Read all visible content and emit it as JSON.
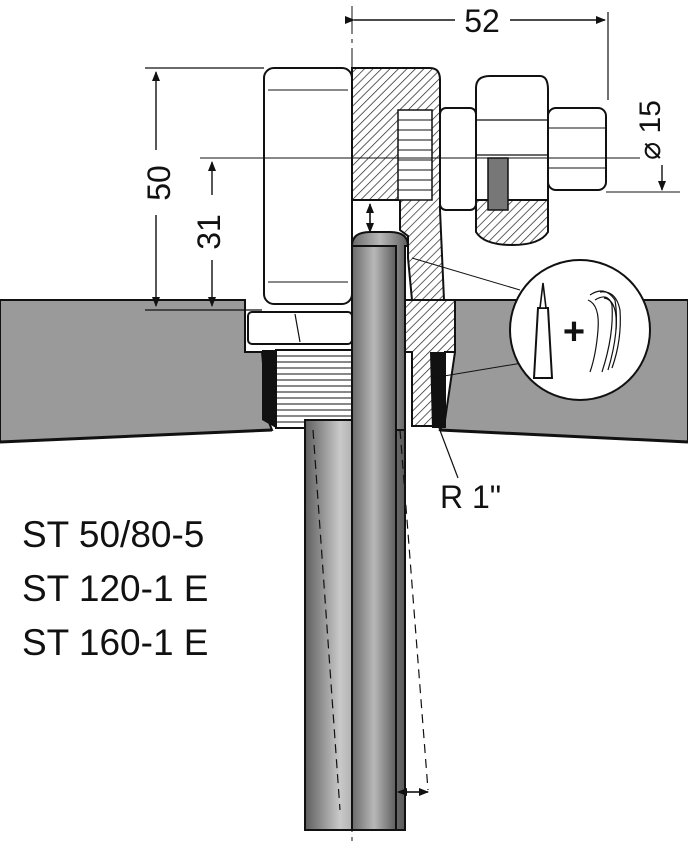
{
  "dimensions": {
    "width_top": "52",
    "height_total": "50",
    "height_axis": "31",
    "diameter": "⌀ 15",
    "thread": "R 1\""
  },
  "models": [
    "ST 50/80-5",
    "ST 120-1 E",
    "ST 160-1 E"
  ],
  "callout": {
    "plus": "+"
  },
  "colors": {
    "tank_wall": "#9a9a9a",
    "pipe_light": "#c8c8c8",
    "pipe_dark": "#6e6e6e",
    "line": "#111111"
  }
}
